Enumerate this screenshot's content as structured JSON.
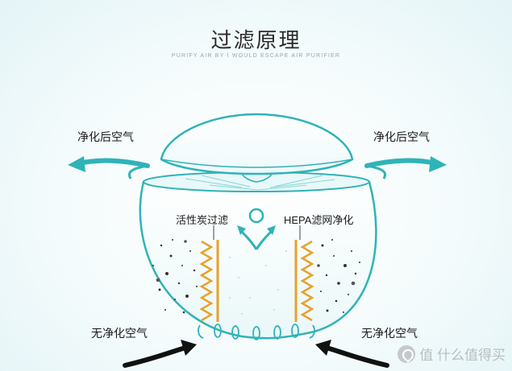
{
  "title": "过滤原理",
  "subtitle": "PURIFY AIR BY I WOULD ESCAPE AIR PURIFIER",
  "labels": {
    "purified_air_left": "净化后空气",
    "purified_air_right": "净化后空气",
    "activated_carbon": "活性炭过滤",
    "hepa": "HEPA滤网净化",
    "unpurified_air_left": "无净化空气",
    "unpurified_air_right": "无净化空气"
  },
  "watermark": "值 什么值得买",
  "colors": {
    "teal": "#2fb3b7",
    "filter_orange": "#e8a12a",
    "arrow_black": "#111111"
  }
}
